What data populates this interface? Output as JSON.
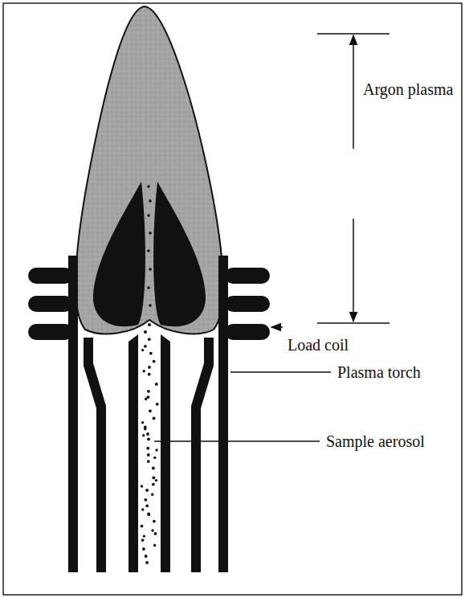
{
  "diagram": {
    "labels": [
      "Argon plasma",
      "Load coil",
      "Plasma torch",
      "Sample aerosol"
    ]
  }
}
